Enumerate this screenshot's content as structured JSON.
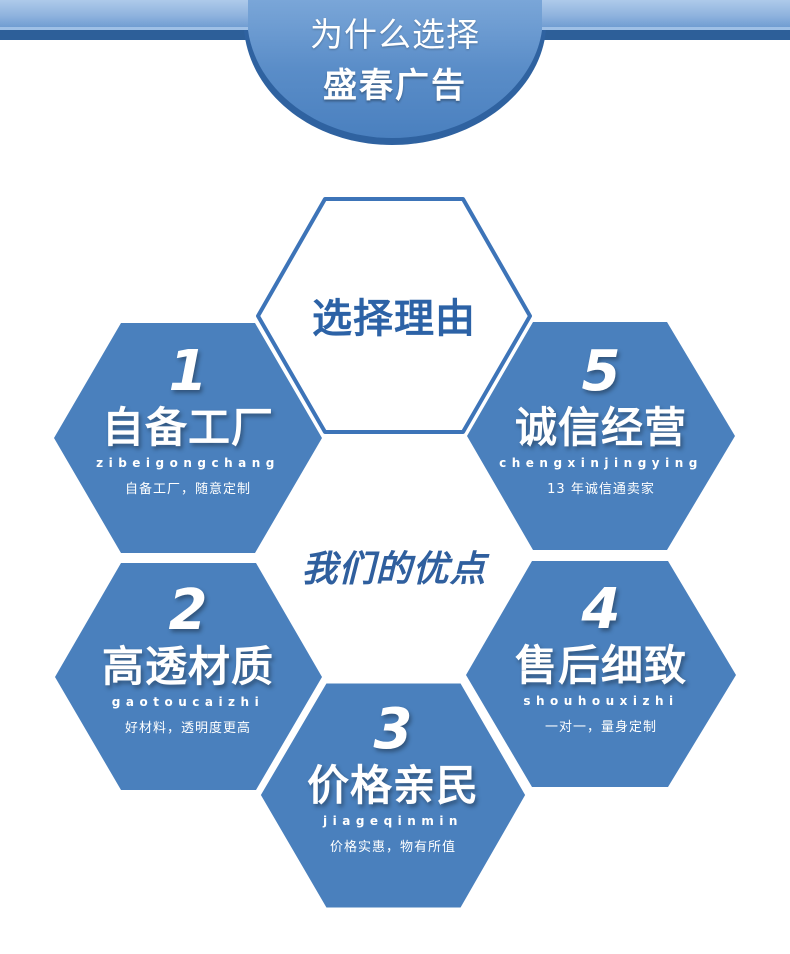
{
  "header": {
    "line1": "为什么选择",
    "line2": "盛春广告"
  },
  "center": {
    "title": "选择理由",
    "subtitle": "我们的优点"
  },
  "colors": {
    "hex_fill": "#4a80bd",
    "hex_outline": "#3d74b8",
    "band_dark": "#2d5f99",
    "title_blue": "#2c62a6"
  },
  "features": [
    {
      "number": "1",
      "title": "自备工厂",
      "pinyin": "zibeigongchang",
      "desc": "自备工厂，随意定制"
    },
    {
      "number": "2",
      "title": "高透材质",
      "pinyin": "gaotoucaizhi",
      "desc": "好材料，透明度更高"
    },
    {
      "number": "3",
      "title": "价格亲民",
      "pinyin": "jiageqinmin",
      "desc": "价格实惠，物有所值"
    },
    {
      "number": "4",
      "title": "售后细致",
      "pinyin": "shouhouxizhi",
      "desc": "一对一，量身定制"
    },
    {
      "number": "5",
      "title": "诚信经营",
      "pinyin": "chengxinjingying",
      "desc": "13 年诚信通卖家"
    }
  ]
}
